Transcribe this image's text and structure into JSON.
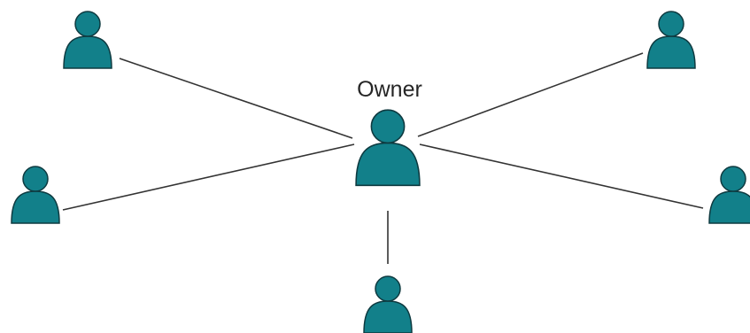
{
  "owner": {
    "label": "Owner",
    "icon": "person-icon"
  },
  "members": [
    {
      "icon": "person-icon",
      "position": "top-left"
    },
    {
      "icon": "person-icon",
      "position": "top-right"
    },
    {
      "icon": "person-icon",
      "position": "left"
    },
    {
      "icon": "person-icon",
      "position": "right"
    },
    {
      "icon": "person-icon",
      "position": "bottom"
    }
  ],
  "colors": {
    "person_fill": "#12808a",
    "person_outline": "#0e3a40",
    "connector": "#333333",
    "background": "#ffffff"
  }
}
